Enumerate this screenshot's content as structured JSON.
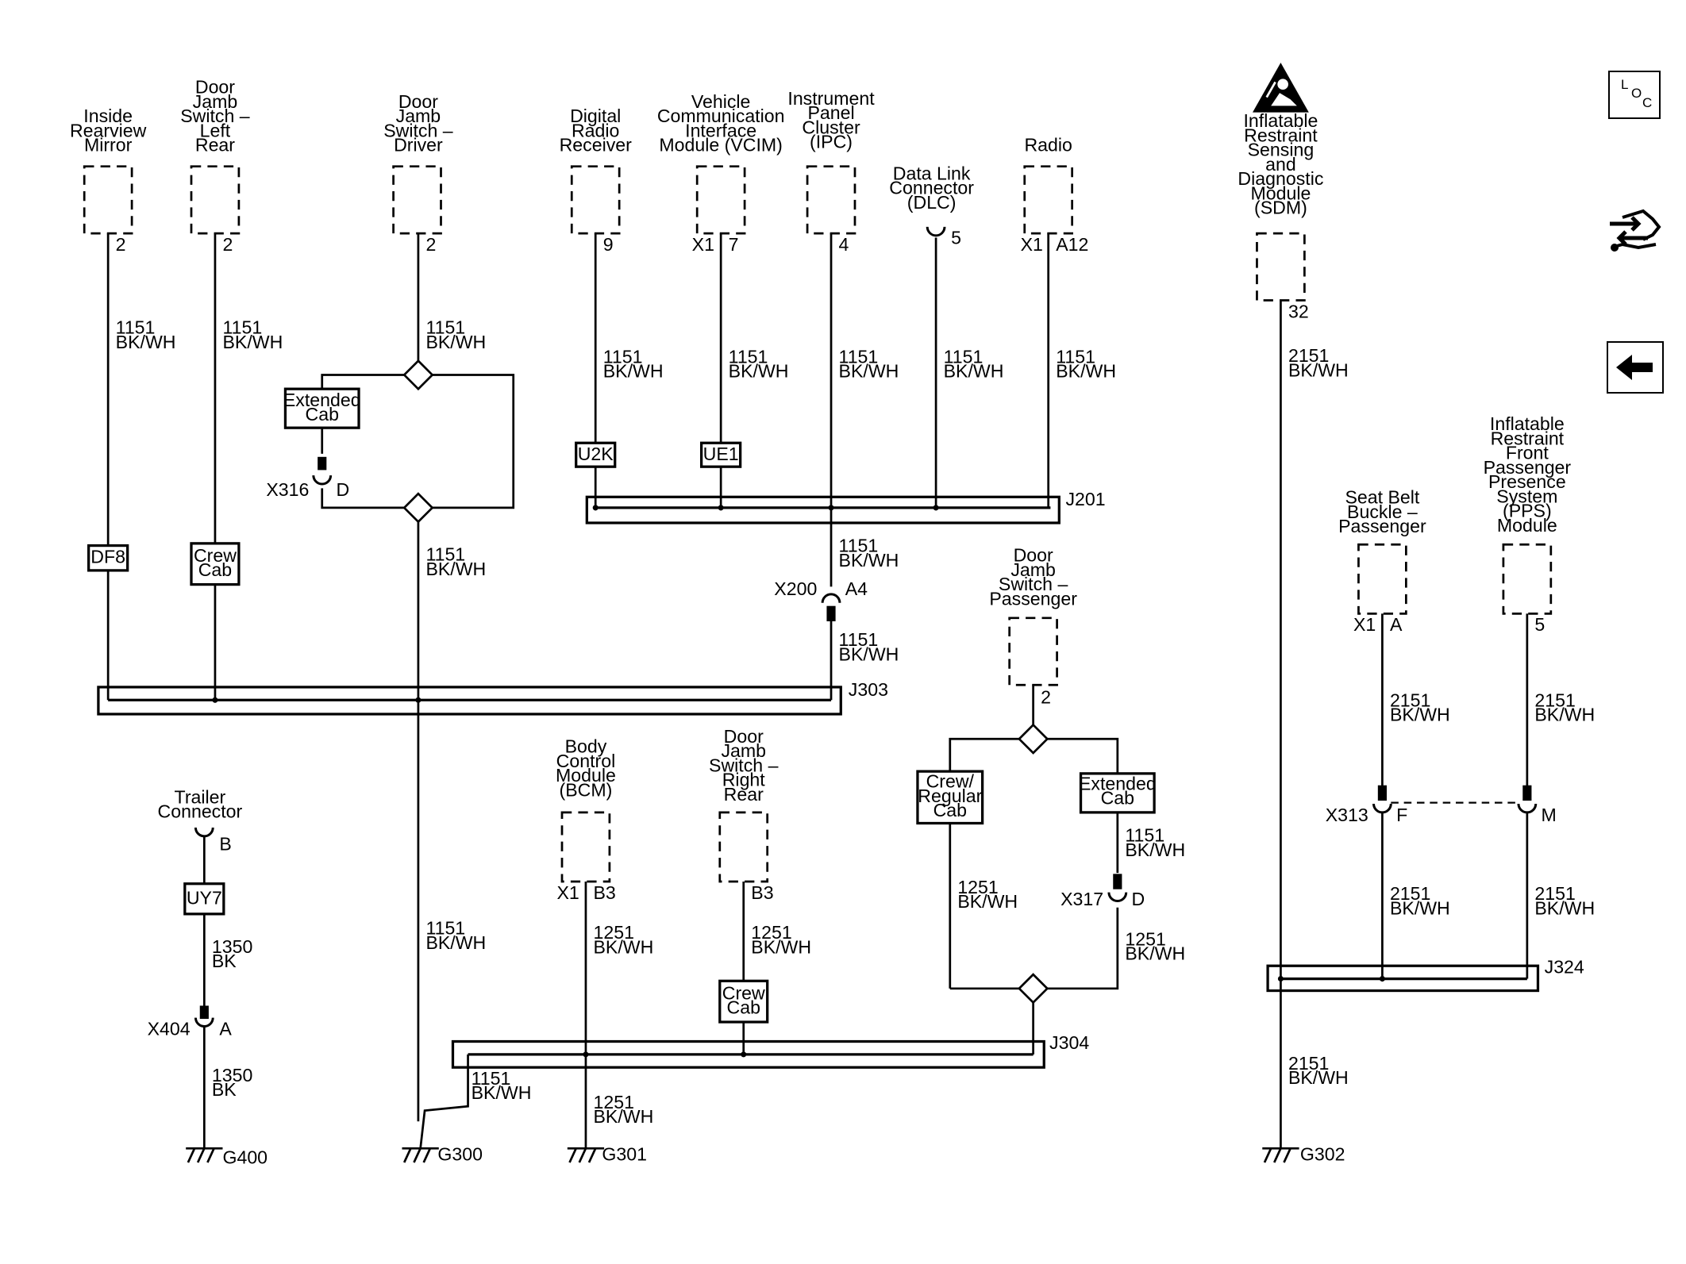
{
  "components": {
    "mirror": [
      "Inside",
      "Rearview",
      "Mirror"
    ],
    "door_lr": [
      "Door",
      "Jamb",
      "Switch –",
      "Left",
      "Rear"
    ],
    "door_drv": [
      "Door",
      "Jamb",
      "Switch –",
      "Driver"
    ],
    "drr": [
      "Digital",
      "Radio",
      "Receiver"
    ],
    "vcim": [
      "Vehicle",
      "Communication",
      "Interface",
      "Module (VCIM)"
    ],
    "ipc": [
      "Instrument",
      "Panel",
      "Cluster",
      "(IPC)"
    ],
    "dlc": [
      "Data Link",
      "Connector",
      "(DLC)"
    ],
    "radio": [
      "Radio"
    ],
    "sdm": [
      "Inflatable",
      "Restraint",
      "Sensing",
      "and",
      "Diagnostic",
      "Module",
      "(SDM)"
    ],
    "seatbelt": [
      "Seat Belt",
      "Buckle –",
      "Passenger"
    ],
    "pps": [
      "Inflatable",
      "Restraint",
      "Front",
      "Passenger",
      "Presence",
      "System",
      "(PPS)",
      "Module"
    ],
    "door_pass": [
      "Door",
      "Jamb",
      "Switch –",
      "Passenger"
    ],
    "trailer": [
      "Trailer",
      "Connector"
    ],
    "bcm": [
      "Body",
      "Control",
      "Module",
      "(BCM)"
    ],
    "door_rr": [
      "Door",
      "Jamb",
      "Switch –",
      "Right",
      "Rear"
    ]
  },
  "options": {
    "ext_cab_left": [
      "Extended",
      "Cab"
    ],
    "crew_cab_left": [
      "Crew",
      "Cab"
    ],
    "df8": [
      "DF8"
    ],
    "u2k": [
      "U2K"
    ],
    "ue1": [
      "UE1"
    ],
    "uy7": [
      "UY7"
    ],
    "crew_reg": [
      "Crew/",
      "Regular",
      "Cab"
    ],
    "ext_cab_right": [
      "Extended",
      "Cab"
    ],
    "crew_cab_rr": [
      "Crew",
      "Cab"
    ]
  },
  "pins": {
    "mirror": "2",
    "door_lr": "2",
    "door_drv": "2",
    "drr": "9",
    "vcim_conn": "X1",
    "vcim": "7",
    "ipc": "4",
    "dlc": "5",
    "radio_conn": "X1",
    "radio": "A12",
    "sdm": "32",
    "seatbelt_conn": "X1",
    "seatbelt": "A",
    "pps": "5",
    "door_pass": "2",
    "trailer": "B",
    "bcm_conn": "X1",
    "bcm": "B3",
    "door_rr": "B3"
  },
  "wires": {
    "mirror": [
      "1151",
      "BK/WH"
    ],
    "door_lr": [
      "1151",
      "BK/WH"
    ],
    "door_drv": [
      "1151",
      "BK/WH"
    ],
    "drr": [
      "1151",
      "BK/WH"
    ],
    "vcim": [
      "1151",
      "BK/WH"
    ],
    "ipc": [
      "1151",
      "BK/WH"
    ],
    "dlc": [
      "1151",
      "BK/WH"
    ],
    "radio": [
      "1151",
      "BK/WH"
    ],
    "j201_out": [
      "1151",
      "BK/WH"
    ],
    "x200_out": [
      "1151",
      "BK/WH"
    ],
    "drv_low": [
      "1151",
      "BK/WH"
    ],
    "drv_ground": [
      "1151",
      "BK/WH"
    ],
    "j304_out": [
      "1151",
      "BK/WH"
    ],
    "sdm": [
      "2151",
      "BK/WH"
    ],
    "sdm_ground": [
      "2151",
      "BK/WH"
    ],
    "seatbelt": [
      "2151",
      "BK/WH"
    ],
    "seatbelt_low": [
      "2151",
      "BK/WH"
    ],
    "pps": [
      "2151",
      "BK/WH"
    ],
    "pps_low": [
      "2151",
      "BK/WH"
    ],
    "pass_left": [
      "1251",
      "BK/WH"
    ],
    "pass_right": [
      "1151",
      "BK/WH"
    ],
    "pass_right_low": [
      "1251",
      "BK/WH"
    ],
    "bcm": [
      "1251",
      "BK/WH"
    ],
    "bcm_ground": [
      "1251",
      "BK/WH"
    ],
    "door_rr": [
      "1251",
      "BK/WH"
    ],
    "trailer": [
      "1350",
      "BK"
    ],
    "trailer_ground": [
      "1350",
      "BK"
    ]
  },
  "connectors": {
    "x316": "X316",
    "x316_pin": "D",
    "x200": "X200",
    "x200_pin": "A4",
    "x317": "X317",
    "x317_pin": "D",
    "x313": "X313",
    "x313_pin_f": "F",
    "x313_pin_m": "M",
    "x404": "X404",
    "x404_pin": "A"
  },
  "splices": {
    "j201": "J201",
    "j303": "J303",
    "j304": "J304",
    "j324": "J324"
  },
  "grounds": {
    "g400": "G400",
    "g300": "G300",
    "g301": "G301",
    "g302": "G302"
  },
  "nav": {
    "loc_l": "L",
    "loc_o": "O",
    "loc_c": "C",
    "loc_icon": "location-icon",
    "connector_icon": "connector-icon",
    "back_icon": "back-arrow-icon"
  }
}
